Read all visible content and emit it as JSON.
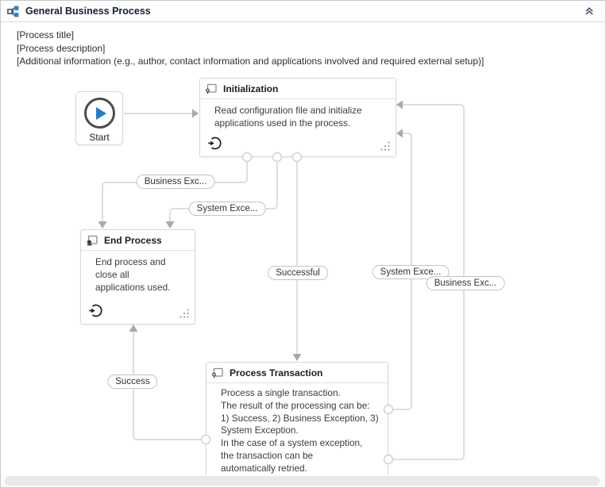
{
  "panel": {
    "title": "General Business Process"
  },
  "annotations": {
    "lines": [
      "[Process title]",
      "[Process description]",
      "[Additional information (e.g., author, contact information and applications involved and required external setup)]"
    ]
  },
  "nodes": {
    "start": {
      "label": "Start"
    },
    "initialization": {
      "title": "Initialization",
      "description": "Read configuration file and initialize\napplications used in the process."
    },
    "end_process": {
      "title": "End Process",
      "description": "End process and\nclose all\napplications used."
    },
    "process_transaction": {
      "title": "Process Transaction",
      "description": "Process a single transaction.\nThe result of the processing can be:\n1) Success, 2) Business Exception, 3)\nSystem Exception.\nIn the case of a system exception,\nthe transaction can be\nautomatically retried."
    }
  },
  "connectors": {
    "business_exception_left": {
      "label": "Business Exc..."
    },
    "system_exception_left": {
      "label": "System Exce..."
    },
    "successful": {
      "label": "Successful"
    },
    "success": {
      "label": "Success"
    },
    "system_exception_right": {
      "label": "System Exce..."
    },
    "business_exception_right": {
      "label": "Business Exc..."
    }
  },
  "icons": {
    "header": "flowchart-icon (blue squares tree)",
    "collapse": "chevron-double-up-icon",
    "state": "state-icon (square with small circle)",
    "final_state": "final-state-icon (square with filled dot)",
    "entry": "entry-action-icon (arrow into circle)",
    "grip": "resize-grip-icon (dot triangle)",
    "start": "play-icon"
  },
  "colors": {
    "accent_blue": "#1d7fd1",
    "icon_blue": "#2d83cc",
    "connector_gray": "#dedede",
    "arrow_gray": "#a9a9a9",
    "panel_border": "#c9c9c9",
    "node_border": "#d8d8d8"
  }
}
